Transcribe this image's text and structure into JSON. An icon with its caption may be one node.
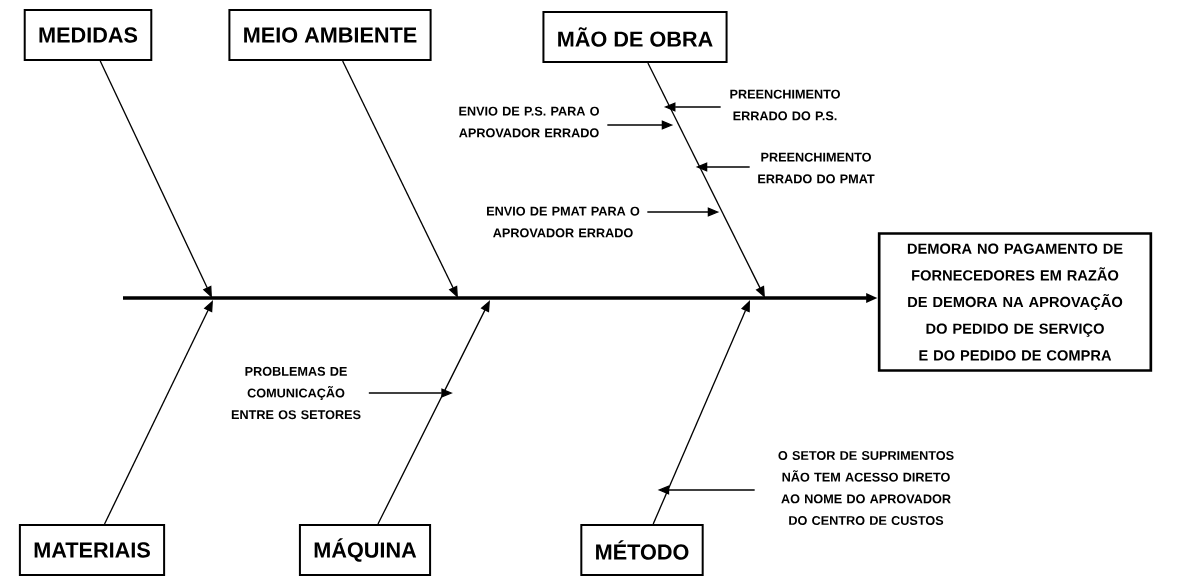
{
  "diagram": {
    "nodes": [
      {
        "text": [
          "MEDIDAS"
        ]
      },
      {
        "text": [
          "MEIO AMBIENTE"
        ]
      },
      {
        "text": [
          "MÃO DE OBRA"
        ]
      },
      {
        "text": [
          "PREENCHIMENTO ERRADO DO P.S."
        ]
      },
      {
        "text": [
          "ENVIO DE P.S. PARA O APROVADOR ERRADO"
        ]
      },
      {
        "text": [
          "PREENCHIMENTO ERRADO DO PMAT"
        ]
      },
      {
        "text": [
          "ENVIO DE PMAT PARA O APROVADOR ERRADO"
        ]
      },
      {
        "text": [
          "DEMORA NO PAGAMENTO DE FORNECEDORES EM RAZÃO DE DEMORA NA APROVAÇÃO DO PEDIDO DE SERVIÇO E DO PEDIDO DE COMPRA"
        ]
      },
      {
        "text": [
          "PROBLEMAS DE COMUNICAÇÃO ENTRE OS SETORES"
        ]
      },
      {
        "text": [
          "O SETOR DE SUPRIMENTOS NÃO TEM ACESSO DIRETO AO NOME DO APROVADOR DO CENTRO DE CUSTOS"
        ]
      },
      {
        "text": [
          "MATERIAIS"
        ]
      },
      {
        "text": [
          "MÁQUINA"
        ]
      },
      {
        "text": [
          "MÉTODO"
        ]
      }
    ],
    "edges": [
      {
        "from": null,
        "to": 7,
        "arrow": "to",
        "style": "thick"
      },
      {
        "from": 0,
        "to": null,
        "arrow": "to"
      },
      {
        "from": 1,
        "to": null,
        "arrow": "to"
      },
      {
        "from": 2,
        "to": null,
        "arrow": "to"
      },
      {
        "from": 10,
        "to": null,
        "arrow": "to"
      },
      {
        "from": 11,
        "to": null,
        "arrow": "to"
      },
      {
        "from": 12,
        "to": null,
        "arrow": "to"
      },
      {
        "from": 3,
        "to": null,
        "arrow": "to"
      },
      {
        "from": 4,
        "to": null,
        "arrow": "to"
      },
      {
        "from": 5,
        "to": null,
        "arrow": "to"
      },
      {
        "from": 6,
        "to": null,
        "arrow": "to"
      },
      {
        "from": 8,
        "to": null,
        "arrow": "to"
      },
      {
        "from": 9,
        "to": null,
        "arrow": "to"
      }
    ]
  }
}
